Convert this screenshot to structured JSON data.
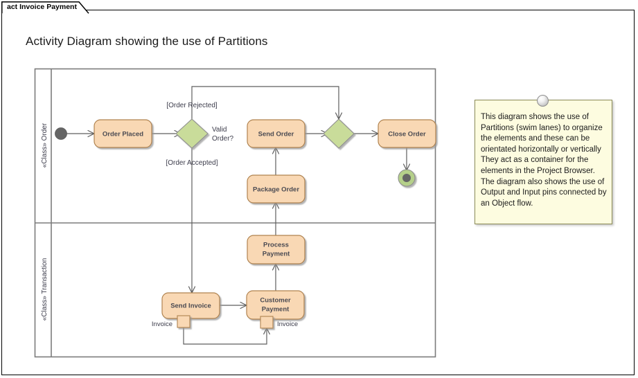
{
  "tab": {
    "label": "act Invoice Payment"
  },
  "diagram": {
    "title": "Activity Diagram showing the use of Partitions",
    "lanes": [
      {
        "label": "«Class» Order"
      },
      {
        "label": "«Class» Transaction"
      }
    ],
    "nodes": {
      "initial": {
        "name": "initial-node"
      },
      "order_placed": {
        "label": "Order Placed"
      },
      "decision": {
        "label": "Valid\nOrder?",
        "line1": "Valid",
        "line2": "Order?"
      },
      "send_order": {
        "label": "Send Order"
      },
      "merge": {
        "name": "merge-node"
      },
      "close_order": {
        "label": "Close Order"
      },
      "final": {
        "name": "final-node"
      },
      "package_order": {
        "label": "Package Order"
      },
      "process_payment": {
        "line1": "Process",
        "line2": "Payment"
      },
      "customer_payment": {
        "line1": "Customer",
        "line2": "Payment"
      },
      "send_invoice": {
        "label": "Send Invoice"
      }
    },
    "guards": {
      "rejected": "[Order Rejected]",
      "accepted": "[Order Accepted]"
    },
    "pins": {
      "output_invoice": "Invoice",
      "input_invoice": "Invoice"
    }
  },
  "note": {
    "text": "This diagram shows the use of Partitions (swim lanes) to organize the elements and these can be orientated horizontally or vertically  They act as a container for the elements in the Project Browser. The diagram also shows the use of Output and Input pins connected by an Object flow."
  },
  "colors": {
    "action_fill": "#f9d8b4",
    "action_stroke": "#b0834f",
    "decision_fill": "#c9dc9a",
    "decision_stroke": "#8f8f8f",
    "initial_fill": "#656565",
    "final_ring": "#b5d08a",
    "final_center": "#656565",
    "lane_stroke": "#7b7b7b",
    "edge_stroke": "#5d5d5d",
    "note_fill": "#fdfce0",
    "note_stroke": "#8a8a55"
  }
}
